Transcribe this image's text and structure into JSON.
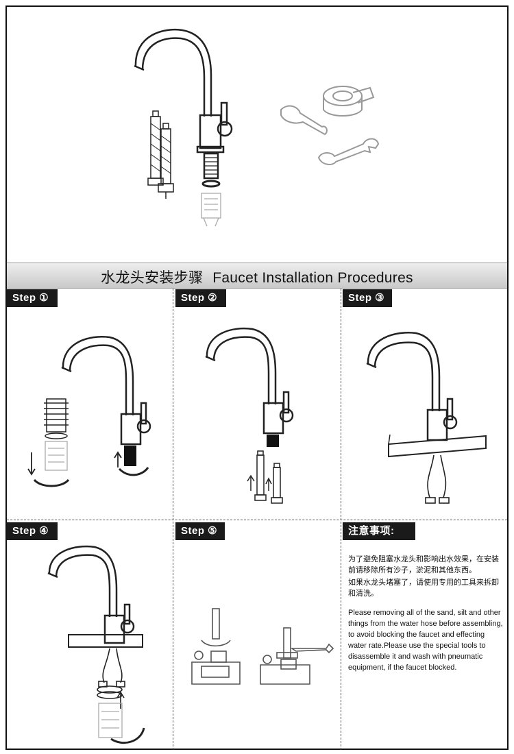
{
  "banner": {
    "zh": "水龙头安装步骤",
    "en": "Faucet Installation Procedures"
  },
  "steps": [
    {
      "label": "Step ①"
    },
    {
      "label": "Step ②"
    },
    {
      "label": "Step ③"
    },
    {
      "label": "Step ④"
    },
    {
      "label": "Step ⑤"
    }
  ],
  "notes": {
    "title": "注意事项:",
    "zh1": "为了避免阻塞水龙头和影响出水效果，在安装前请移除所有沙子，淤泥和其他东西。",
    "zh2": "如果水龙头堵塞了，请使用专用的工具来拆卸和清洗。",
    "en": "Please removing all of the sand, silt and other things from the water hose before assembling, to avoid blocking the faucet and effecting water rate.Please use the special tools to disassemble it and wash with pneumatic equipment, if the faucet blocked."
  },
  "colors": {
    "label_bg": "#1a1a1a",
    "banner_bg": "#d4d4d4"
  }
}
